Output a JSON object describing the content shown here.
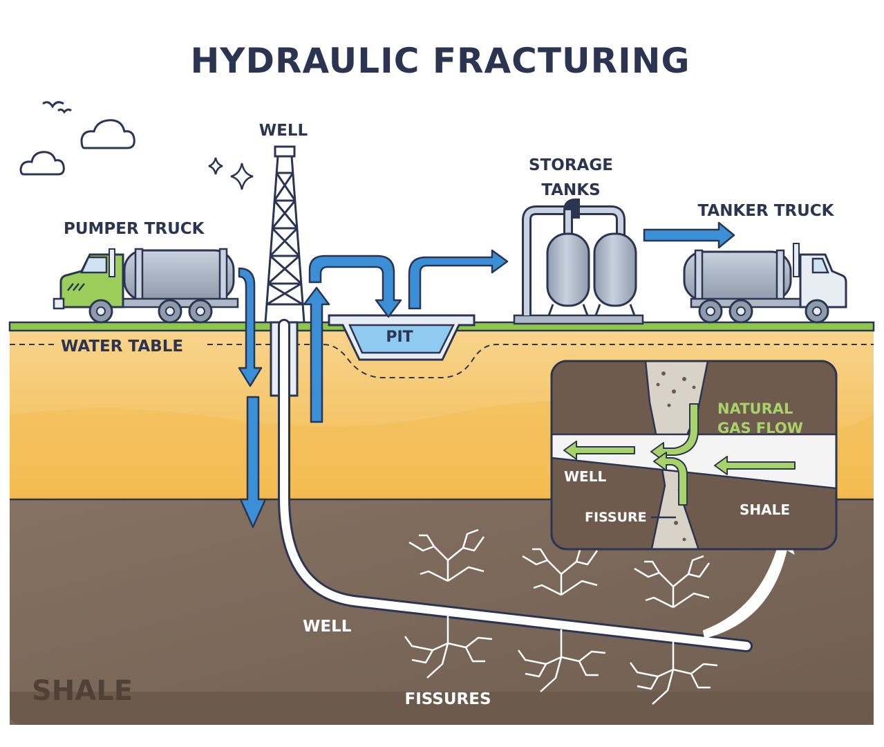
{
  "title": "HYDRAULIC FRACTURING",
  "labels": {
    "well_top": "WELL",
    "storage_tanks_line1": "STORAGE",
    "storage_tanks_line2": "TANKS",
    "tanker_truck": "TANKER TRUCK",
    "pumper_truck": "PUMPER TRUCK",
    "water_table": "WATER TABLE",
    "pit": "PIT",
    "well_horizontal": "WELL",
    "fissures": "FISSURES",
    "shale_bottom": "SHALE"
  },
  "inset": {
    "gas_flow_line1": "NATURAL",
    "gas_flow_line2": "GAS FLOW",
    "well": "WELL",
    "fissure": "FISSURE",
    "shale": "SHALE"
  },
  "colors": {
    "title": "#2b3450",
    "outline": "#2b3450",
    "ground_green": "#8fc54b",
    "sand_light": "#f8d38a",
    "sand_dark": "#f2b94e",
    "shale": "#7d6a5c",
    "shale_dark": "#5f4e42",
    "water": "#3a8fd6",
    "water_light": "#9fd3f2",
    "gas_green": "#a8d36a",
    "truck_green": "#9ccc5a",
    "tank_gray": "#aeb8c6"
  }
}
